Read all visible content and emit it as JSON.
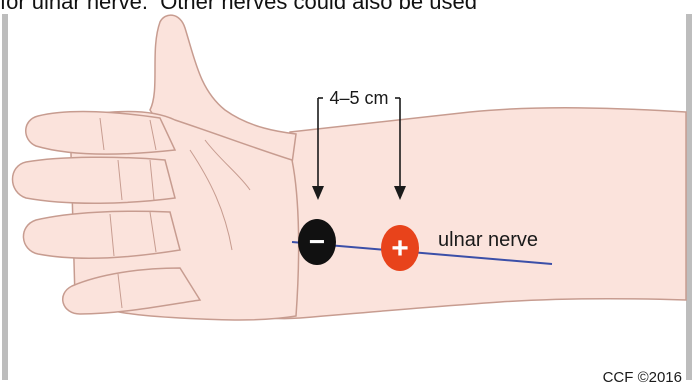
{
  "caption_fragment": "for ulnar nerve.  Other nerves could also be used",
  "distance_label": "4–5 cm",
  "nerve_label": "ulnar nerve",
  "negative_electrode_symbol": "−",
  "positive_electrode_symbol": "+",
  "copyright": "CCF ©2016",
  "colors": {
    "skin": "#fbe3dc",
    "skin_outline": "#c79c90",
    "nerve": "#3b4fa8",
    "negative_electrode": "#111111",
    "positive_electrode": "#e8431b",
    "frame_border": "#bdbdbd"
  }
}
